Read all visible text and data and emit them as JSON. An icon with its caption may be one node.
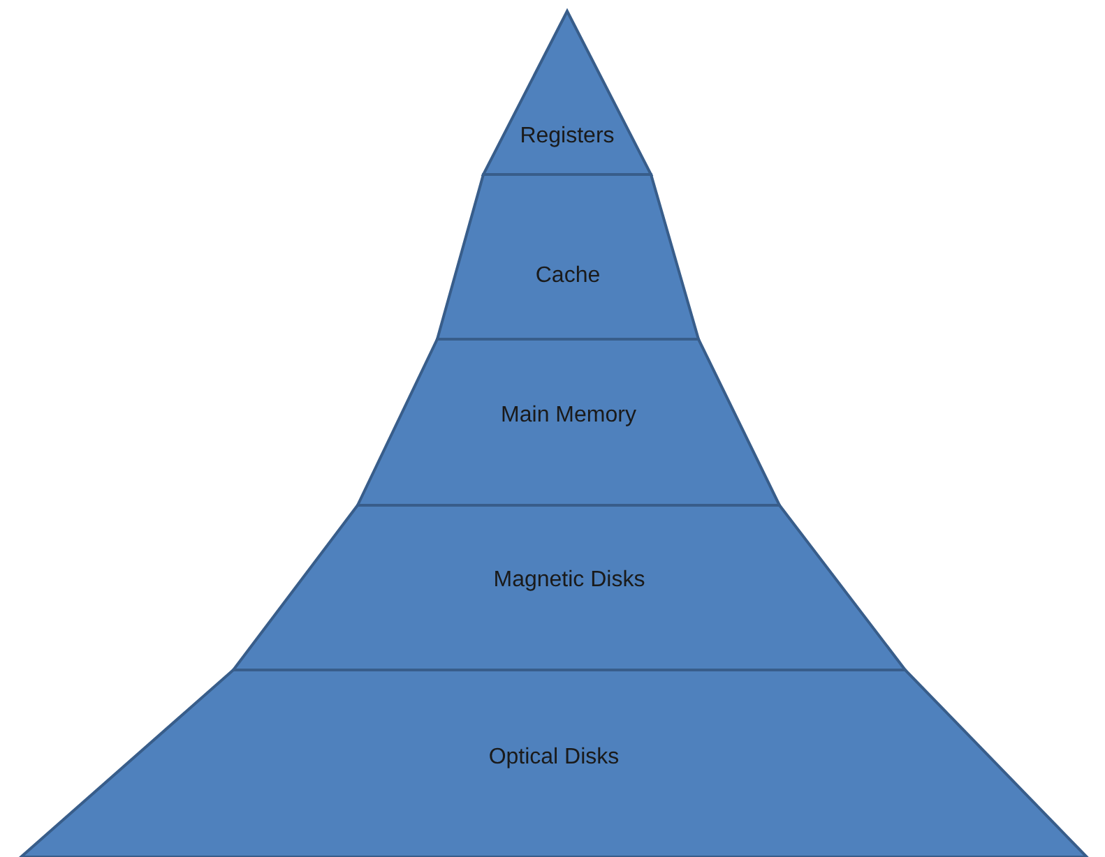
{
  "diagram": {
    "nodes": [
      {
        "text": [
          "Registers"
        ]
      },
      {
        "text": [
          "Cache"
        ]
      },
      {
        "text": [
          "Main Memory"
        ]
      },
      {
        "text": [
          "Magnetic Disks"
        ]
      },
      {
        "text": [
          "Optical Disks"
        ]
      }
    ]
  }
}
